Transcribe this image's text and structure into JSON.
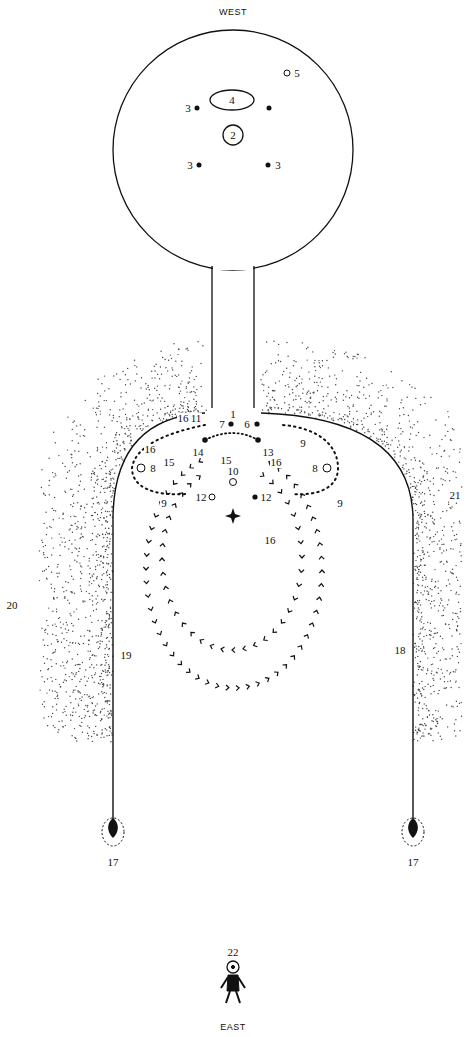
{
  "diagram": {
    "nodes": [
      {
        "text": [
          "4"
        ]
      },
      {
        "text": [
          "2"
        ]
      }
    ],
    "labels": [
      "WEST",
      "5",
      "3",
      "3",
      "3",
      "1",
      "7",
      "6",
      "9",
      "8",
      "8",
      "9",
      "9",
      "10",
      "12",
      "12",
      "16",
      "11",
      "14",
      "13",
      "16",
      "15",
      "15",
      "16",
      "16",
      "21",
      "20",
      "19",
      "18",
      "17",
      "17",
      "22",
      "EAST"
    ]
  }
}
